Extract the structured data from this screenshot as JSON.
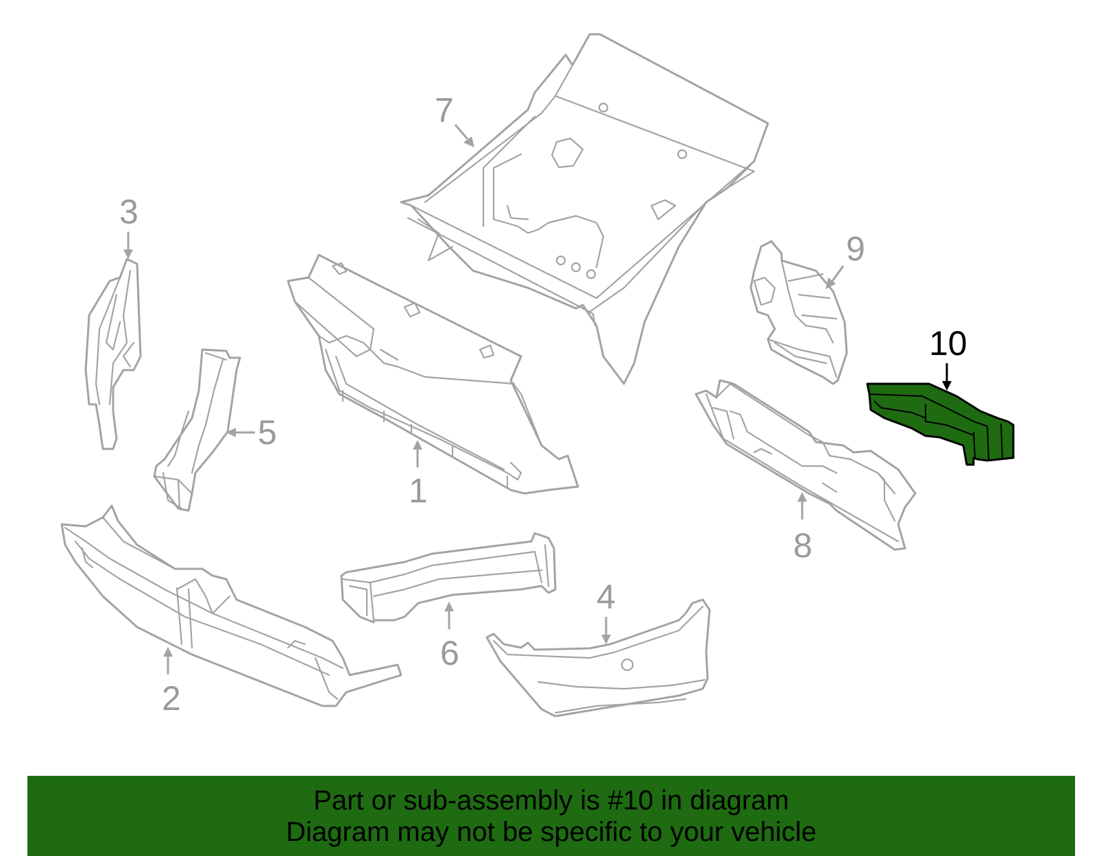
{
  "diagram": {
    "callouts": [
      {
        "id": "1",
        "label": "1"
      },
      {
        "id": "2",
        "label": "2"
      },
      {
        "id": "3",
        "label": "3"
      },
      {
        "id": "4",
        "label": "4"
      },
      {
        "id": "5",
        "label": "5"
      },
      {
        "id": "6",
        "label": "6"
      },
      {
        "id": "7",
        "label": "7"
      },
      {
        "id": "8",
        "label": "8"
      },
      {
        "id": "9",
        "label": "9"
      },
      {
        "id": "10",
        "label": "10"
      }
    ],
    "highlighted_callout": "10"
  },
  "banner": {
    "line1": "Part or sub-assembly is #10 in diagram",
    "line2": "Diagram may not be specific to your vehicle"
  },
  "colors": {
    "highlight_fill": "#1e6b12",
    "banner_background": "#1e6b12",
    "part_outline": "#a3a3a3",
    "callout_text": "#9a9a9a"
  }
}
